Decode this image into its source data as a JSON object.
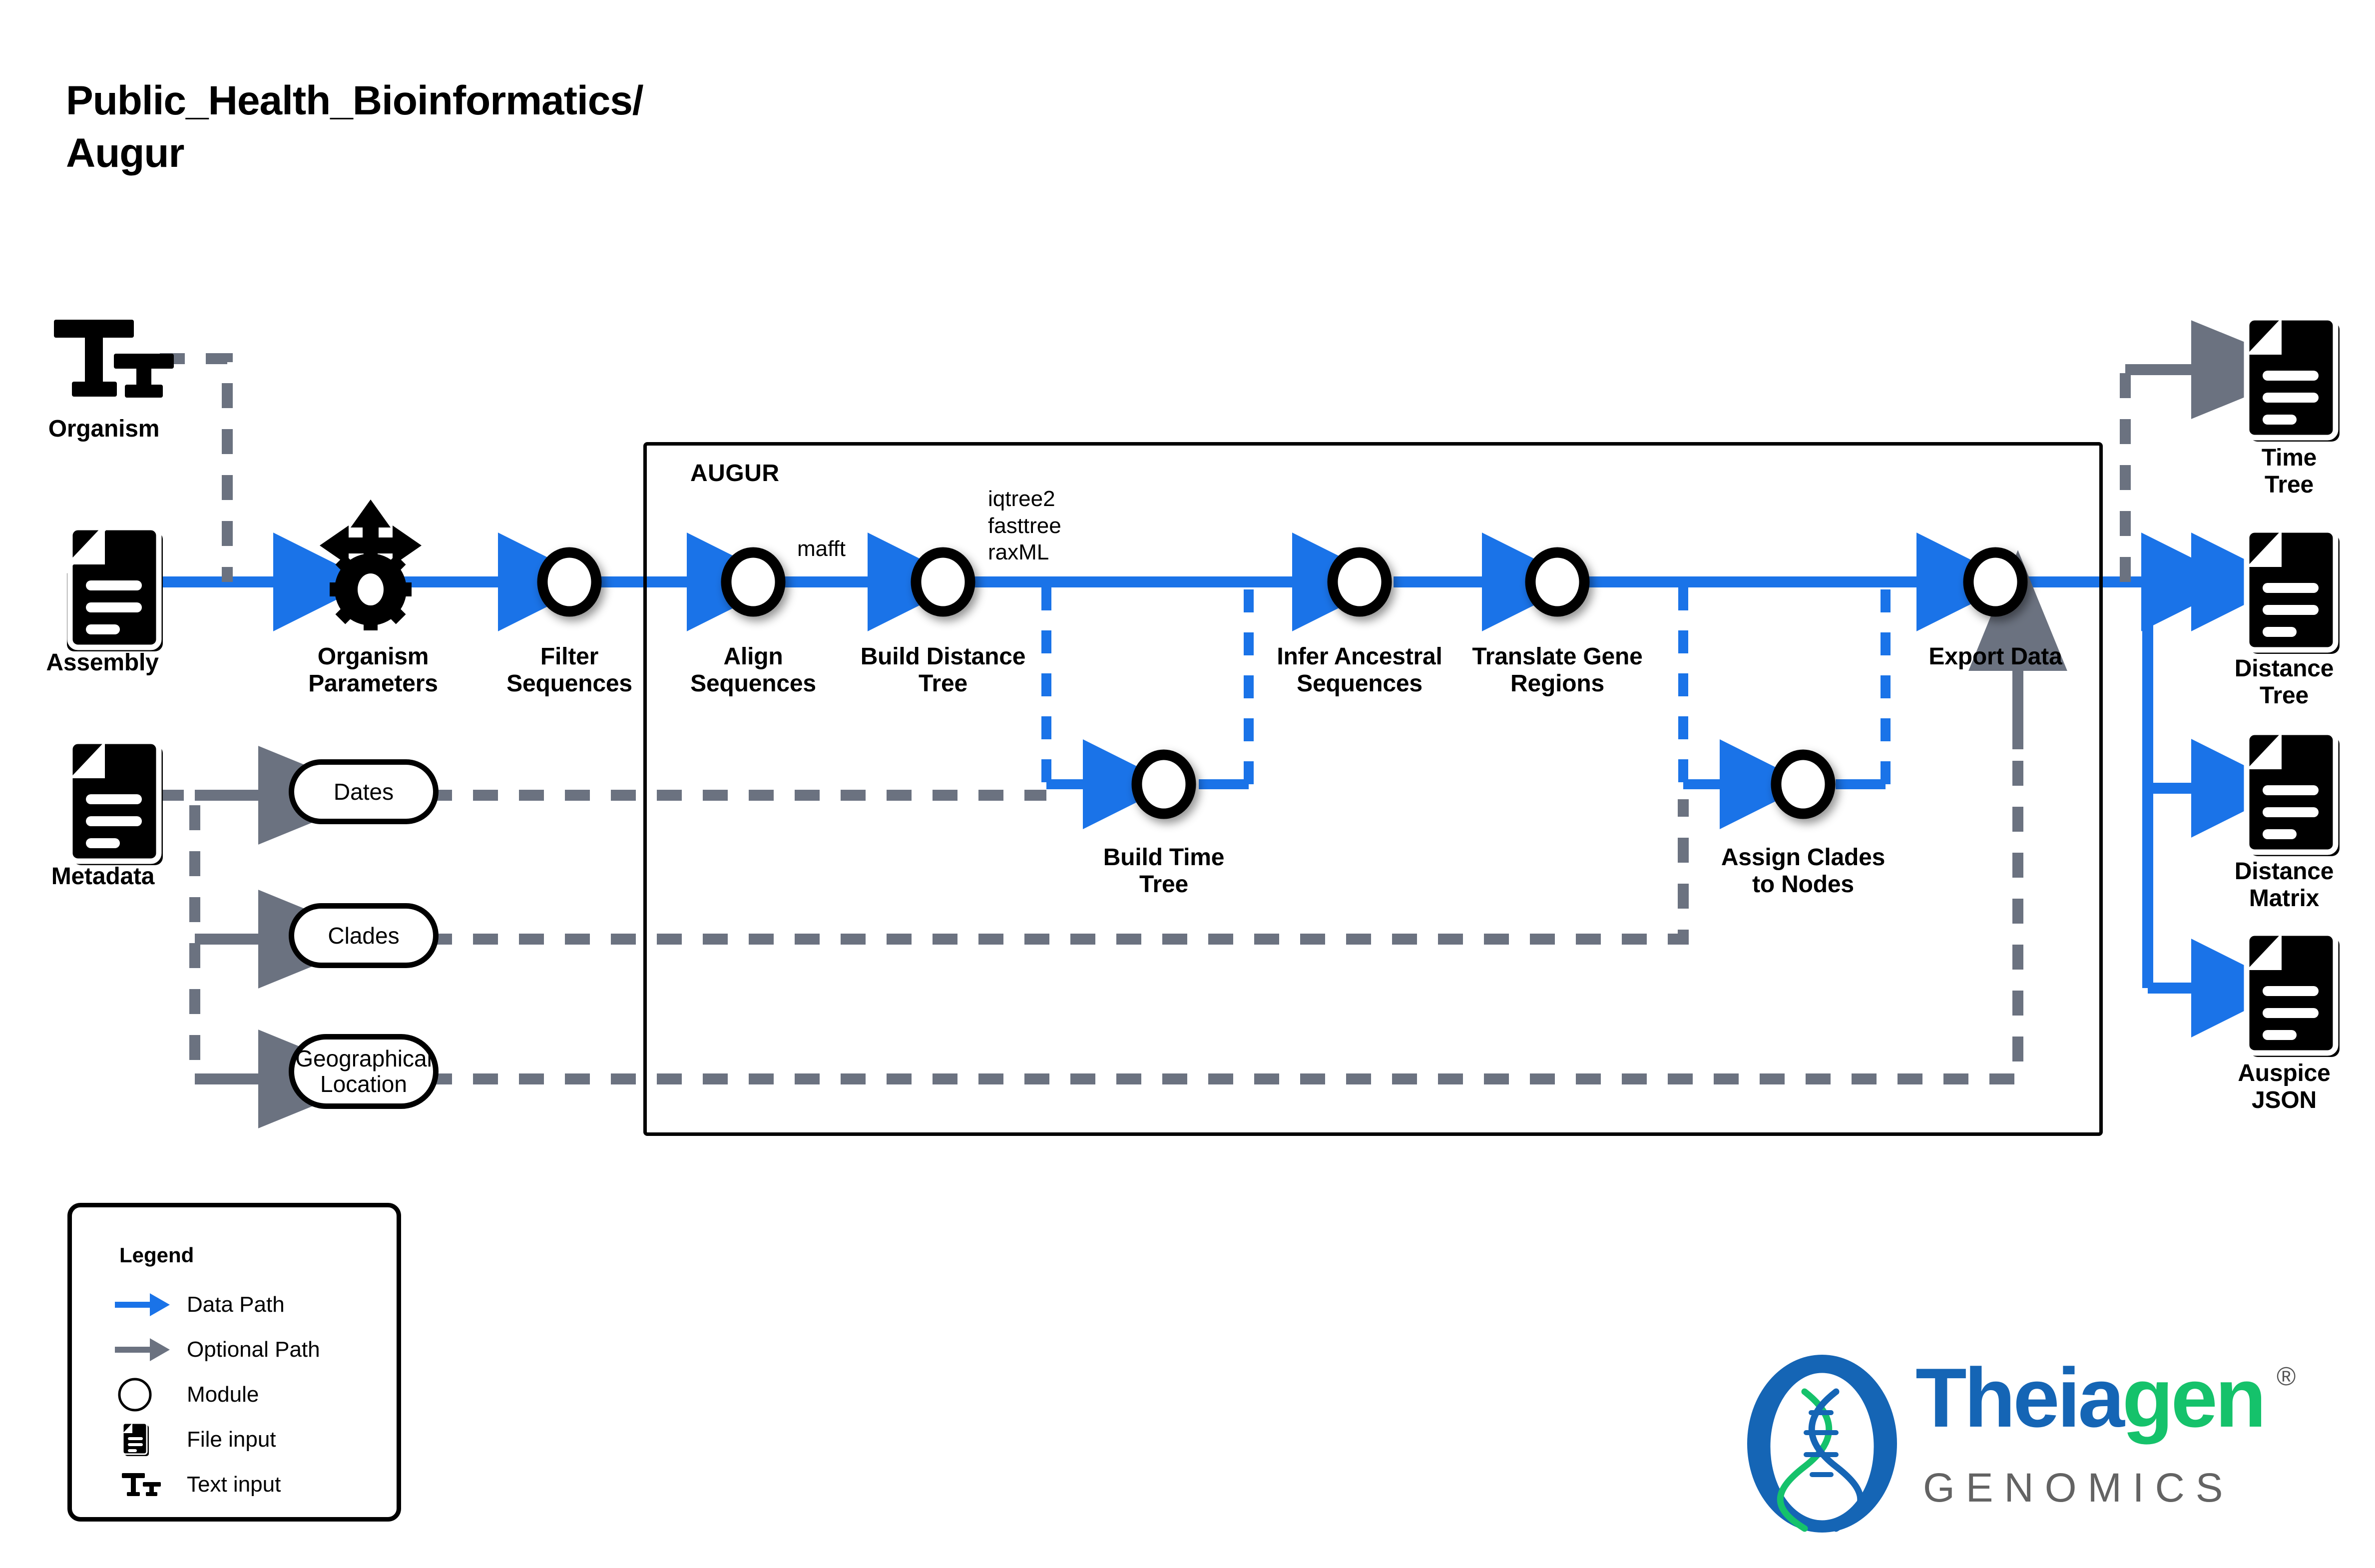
{
  "title": "Public_Health_Bioinformatics/\nAugur",
  "container": {
    "label": "AUGUR"
  },
  "inputs": [
    {
      "name": "organism",
      "label": "Organism",
      "icon": "text-input-icon"
    },
    {
      "name": "assembly",
      "label": "Assembly",
      "icon": "file-input-icon"
    },
    {
      "name": "metadata",
      "label": "Metadata",
      "icon": "file-input-icon"
    }
  ],
  "parameters": [
    {
      "name": "dates",
      "label": "Dates"
    },
    {
      "name": "clades",
      "label": "Clades"
    },
    {
      "name": "geographical-location",
      "label": "Geographical\nLocation"
    }
  ],
  "organism_parameters": {
    "label": "Organism\nParameters",
    "icon": "gear-arrows-icon"
  },
  "modules": [
    {
      "name": "filter-sequences",
      "label": "Filter\nSequences"
    },
    {
      "name": "align-sequences",
      "label": "Align\nSequences"
    },
    {
      "name": "build-distance-tree",
      "label": "Build Distance\nTree"
    },
    {
      "name": "build-time-tree",
      "label": "Build Time\nTree"
    },
    {
      "name": "infer-ancestral-sequences",
      "label": "Infer Ancestral\nSequences"
    },
    {
      "name": "translate-gene-regions",
      "label": "Translate Gene\nRegions"
    },
    {
      "name": "assign-clades-to-nodes",
      "label": "Assign Clades\nto Nodes"
    },
    {
      "name": "export-data",
      "label": "Export Data"
    }
  ],
  "tool_annotations": [
    {
      "name": "mafft",
      "text": "mafft"
    },
    {
      "name": "tree-builders",
      "text": "iqtree2\nfasttree\nraxML"
    }
  ],
  "outputs": [
    {
      "name": "time-tree",
      "label": "Time\nTree",
      "path": "optional"
    },
    {
      "name": "distance-tree",
      "label": "Distance\nTree",
      "path": "data"
    },
    {
      "name": "distance-matrix",
      "label": "Distance\nMatrix",
      "path": "data"
    },
    {
      "name": "auspice-json",
      "label": "Auspice\nJSON",
      "path": "data"
    }
  ],
  "legend": {
    "title": "Legend",
    "items": [
      {
        "name": "data-path",
        "label": "Data Path",
        "icon": "blue-arrow-icon"
      },
      {
        "name": "optional-path",
        "label": "Optional Path",
        "icon": "gray-arrow-icon"
      },
      {
        "name": "module",
        "label": "Module",
        "icon": "circle-icon"
      },
      {
        "name": "file-input",
        "label": "File input",
        "icon": "file-input-icon"
      },
      {
        "name": "text-input",
        "label": "Text input",
        "icon": "text-input-icon"
      }
    ]
  },
  "logo": {
    "word1": "Theia",
    "word2": "gen",
    "registered": "®",
    "tagline": "GENOMICS"
  },
  "colors": {
    "data_path": "#1a73e8",
    "optional_path": "#6b7280",
    "stroke": "#000000",
    "logo_blue": "#1565b5",
    "logo_green": "#15c26b"
  }
}
